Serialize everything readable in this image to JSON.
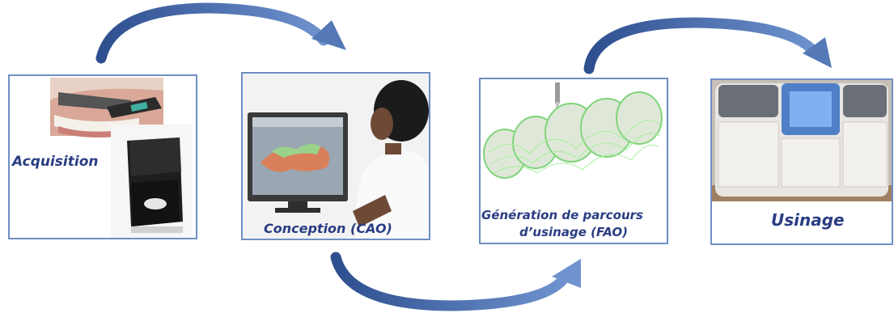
{
  "steps": [
    {
      "label": "Acquisition"
    },
    {
      "label": "Conception (CAO)"
    },
    {
      "label_line1": "Génération de parcours",
      "label_line2": "d’usinage (FAO)"
    },
    {
      "label": "Usinage"
    }
  ],
  "colors": {
    "panel_border": "#6f8fc4",
    "label_text": "#2a3d83",
    "arrow_dark": "#2e4f8f",
    "arrow_light": "#6f93cf",
    "tooth_green": "#8fe08a"
  },
  "icons": [
    "intraoral-scan-photo",
    "desktop-scanner",
    "cad-workstation-photo",
    "milling-toolpath-render",
    "milling-machine-photo"
  ]
}
